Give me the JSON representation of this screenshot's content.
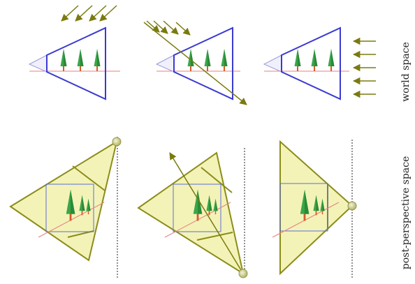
{
  "rows": {
    "world_label": "world space",
    "post_label": "post-perspective space"
  },
  "colors": {
    "frustum_outline": "#3a3ad0",
    "frustum_near_fill": "#e8e8f8",
    "light_arrow": "#7a7a10",
    "ground_line": "#e88080",
    "ppsm_fill": "#f3f3b8",
    "ppsm_outline": "#8c8c1a",
    "cube_outline": "#5b6fd6",
    "tree_green": "#3aa64a",
    "tree_trunk": "#d85a2a",
    "point_light": "#c8c890",
    "dotted_plane": "#222222"
  },
  "light_types": [
    "directional-from-behind",
    "directional-oblique",
    "directional-from-front"
  ]
}
